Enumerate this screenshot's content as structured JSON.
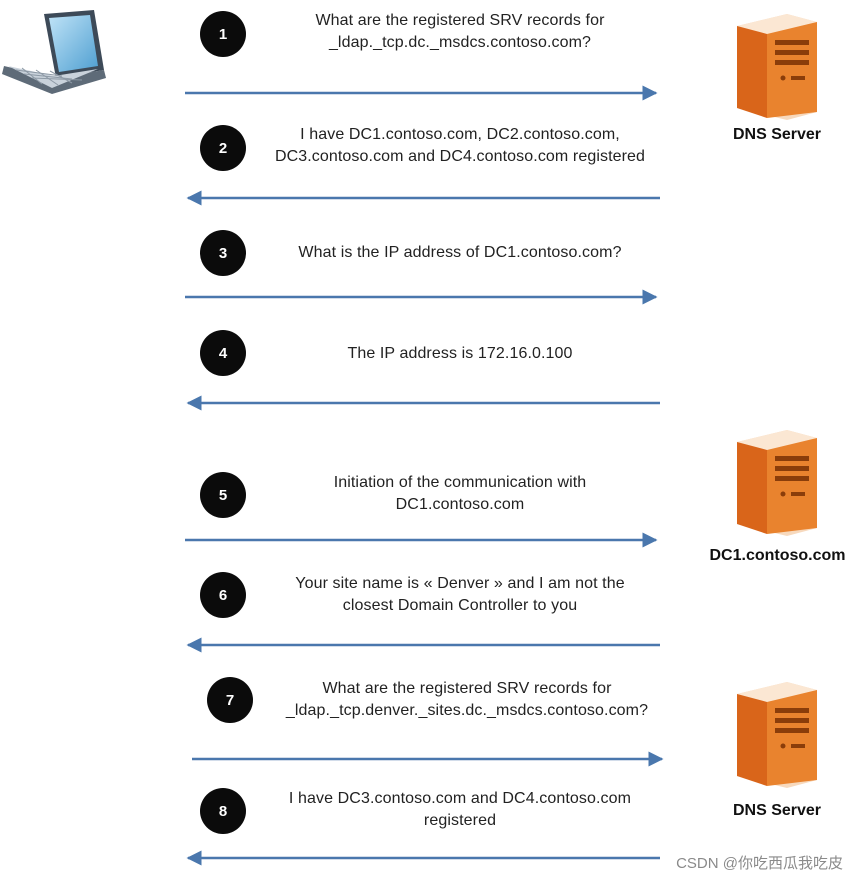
{
  "steps": [
    {
      "num": "1",
      "line1": "What are the registered SRV records for",
      "line2": "_ldap._tcp.dc._msdcs.contoso.com?",
      "direction": "right"
    },
    {
      "num": "2",
      "line1": "I have DC1.contoso.com, DC2.contoso.com,",
      "line2": "DC3.contoso.com and DC4.contoso.com registered",
      "direction": "left"
    },
    {
      "num": "3",
      "line1": "What is the IP address of DC1.contoso.com?",
      "line2": "",
      "direction": "right"
    },
    {
      "num": "4",
      "line1": "The IP address is 172.16.0.100",
      "line2": "",
      "direction": "left"
    },
    {
      "num": "5",
      "line1": "Initiation of the communication with",
      "line2": "DC1.contoso.com",
      "direction": "right"
    },
    {
      "num": "6",
      "line1": "Your site name is « Denver » and I am not the",
      "line2": "closest Domain Controller to you",
      "direction": "left"
    },
    {
      "num": "7",
      "line1": "What are the registered SRV records for",
      "line2": "_ldap._tcp.denver._sites.dc._msdcs.contoso.com?",
      "direction": "right"
    },
    {
      "num": "8",
      "line1": "I have DC3.contoso.com and DC4.contoso.com",
      "line2": "registered",
      "direction": "left"
    }
  ],
  "servers": [
    {
      "label": "DNS Server",
      "icon": "server-tower-icon"
    },
    {
      "label": "DC1.contoso.com",
      "icon": "server-tower-icon"
    },
    {
      "label": "DNS Server",
      "icon": "server-tower-icon"
    }
  ],
  "client": {
    "icon": "laptop-icon"
  },
  "watermark": "CSDN @你吃西瓜我吃皮",
  "colors": {
    "arrow": "#4a77ad",
    "circle": "#0b0b0b",
    "server_orange": "#e2761b"
  }
}
